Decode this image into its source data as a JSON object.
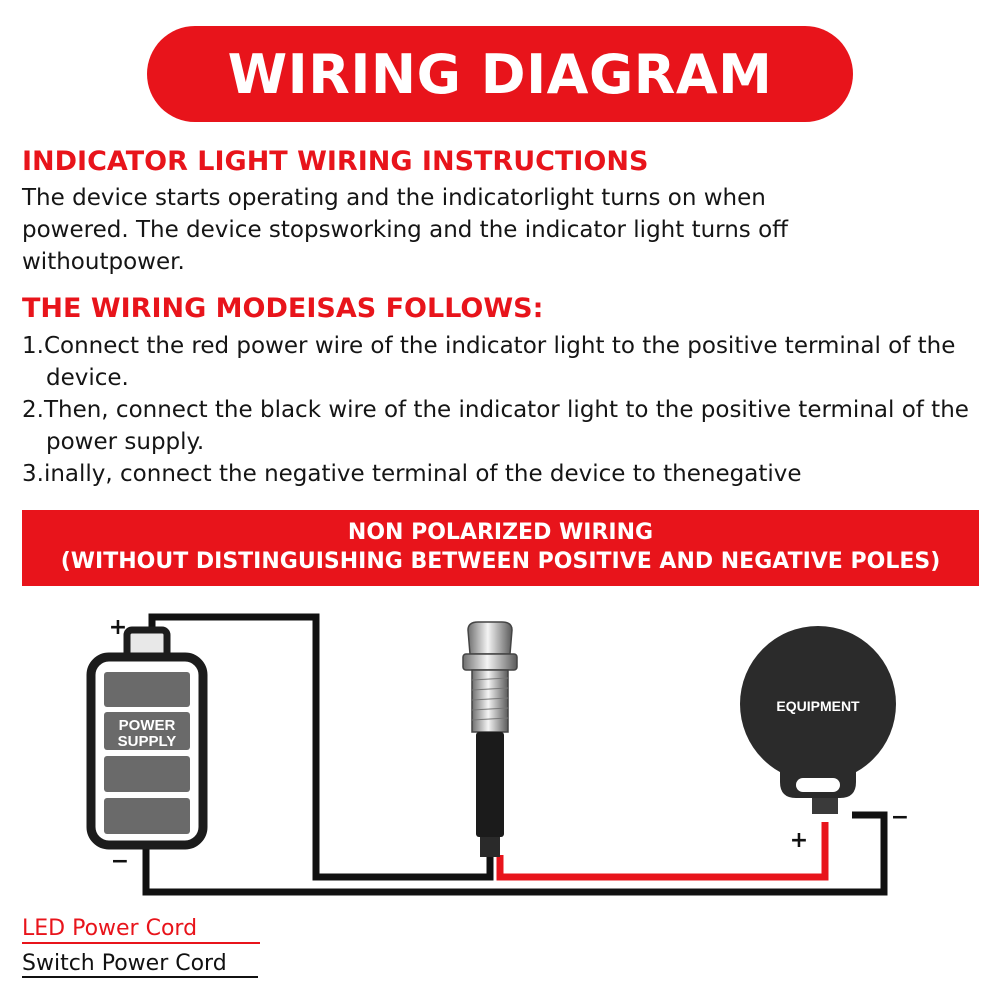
{
  "header": {
    "title": "WIRING DIAGRAM"
  },
  "section1": {
    "heading": "INDICATOR LIGHT WIRING INSTRUCTIONS",
    "lines": [
      "The device starts operating and the indicatorlight turns on when",
      "powered. The device stopsworking and the indicator light turns off",
      "withoutpower."
    ]
  },
  "section2": {
    "heading": "THE WIRING MODEISAS FOLLOWS:",
    "steps": [
      "1.Connect the red power wire of the indicator light to the positive terminal of the device.",
      "2.Then, connect the black wire of the indicator light to the positive terminal of the power supply.",
      "3.inally, connect the negative terminal of the device to thenegative"
    ]
  },
  "banner": {
    "line1": "NON POLARIZED WIRING",
    "line2": "(WITHOUT DISTINGUISHING BETWEEN POSITIVE AND NEGATIVE POLES)"
  },
  "diagram": {
    "battery_label_line1": "POWER",
    "battery_label_line2": "SUPPLY",
    "battery_plus": "+",
    "battery_minus": "−",
    "equipment_label": "EQUIPMENT",
    "equipment_plus": "+",
    "equipment_minus": "−",
    "colors": {
      "red_wire": "#e8141b",
      "black_wire": "#111111",
      "accent": "#e8141b"
    }
  },
  "legend": {
    "red_label": "LED Power Cord",
    "black_label": "Switch Power Cord"
  }
}
